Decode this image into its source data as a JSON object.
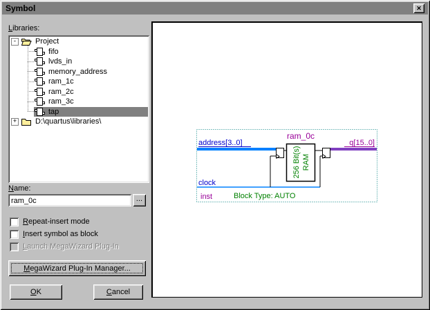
{
  "window": {
    "title": "Symbol"
  },
  "icons": {
    "close": "✕",
    "collapse": "-",
    "expand": "+"
  },
  "libraries": {
    "label": "Libraries:",
    "project_label": "Project",
    "items": [
      "fifo",
      "lvds_in",
      "memory_address",
      "ram_1c",
      "ram_2c",
      "ram_3c",
      "tap"
    ],
    "selected": "tap",
    "library_path": "D:\\quartus\\libraries\\"
  },
  "name_field": {
    "label": "Name:",
    "value": "ram_0c",
    "browse_label": "..."
  },
  "options": {
    "repeat_insert": {
      "label": "Repeat-insert mode",
      "checked": false
    },
    "insert_as_block": {
      "label": "Insert symbol as block",
      "checked": false
    },
    "launch_megawizard": {
      "label": "Launch MegaWizard Plug-In",
      "checked": false,
      "disabled": true
    }
  },
  "buttons": {
    "megawizard": "MegaWizard Plug-In Manager...",
    "ok": "OK",
    "cancel": "Cancel"
  },
  "preview": {
    "symbol_title": "ram_0c",
    "ports": {
      "input_bus": "address[3..0]",
      "clock": "clock",
      "output_bus": "q[15..0]"
    },
    "instance_label": "inst",
    "block_type_label": "Block Type: AUTO",
    "block_text_line1": "256 Bit(s)",
    "block_text_line2": "RAM",
    "colors": {
      "input_bus": "#0080FF",
      "output_bus": "#8040C0",
      "port_text_blue": "#0000CC",
      "symbol_purple": "#990099",
      "annotation_green": "#008000",
      "outline_teal": "#008080"
    }
  }
}
